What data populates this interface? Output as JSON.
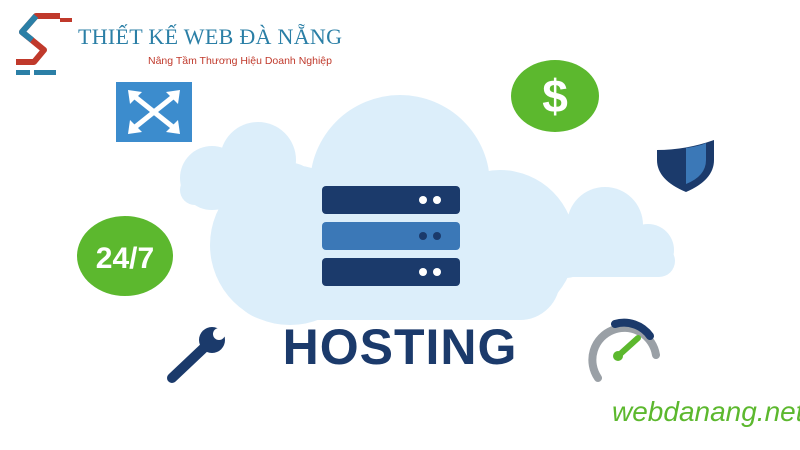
{
  "brand": {
    "title": "THIẾT KẾ WEB ĐÀ NẴNG",
    "tagline": "Nâng Tầm Thương Hiệu Doanh Nghiệp"
  },
  "headline": "HOSTING",
  "badge_247": "24/7",
  "dollar_symbol": "$",
  "footer_domain": "webdanang.net",
  "icons": [
    "logo-s-icon",
    "expand-arrows-icon",
    "dollar-icon",
    "shield-icon",
    "server-stack-icon",
    "wrench-icon",
    "speedometer-icon"
  ],
  "colors": {
    "cloud": "#dceefa",
    "server_dark": "#1b3a6b",
    "server_mid": "#3b78b7",
    "green": "#5cb82e",
    "brand_blue": "#2b7fa6",
    "brand_red": "#c0392b",
    "expand_blue": "#3c8ccd"
  }
}
